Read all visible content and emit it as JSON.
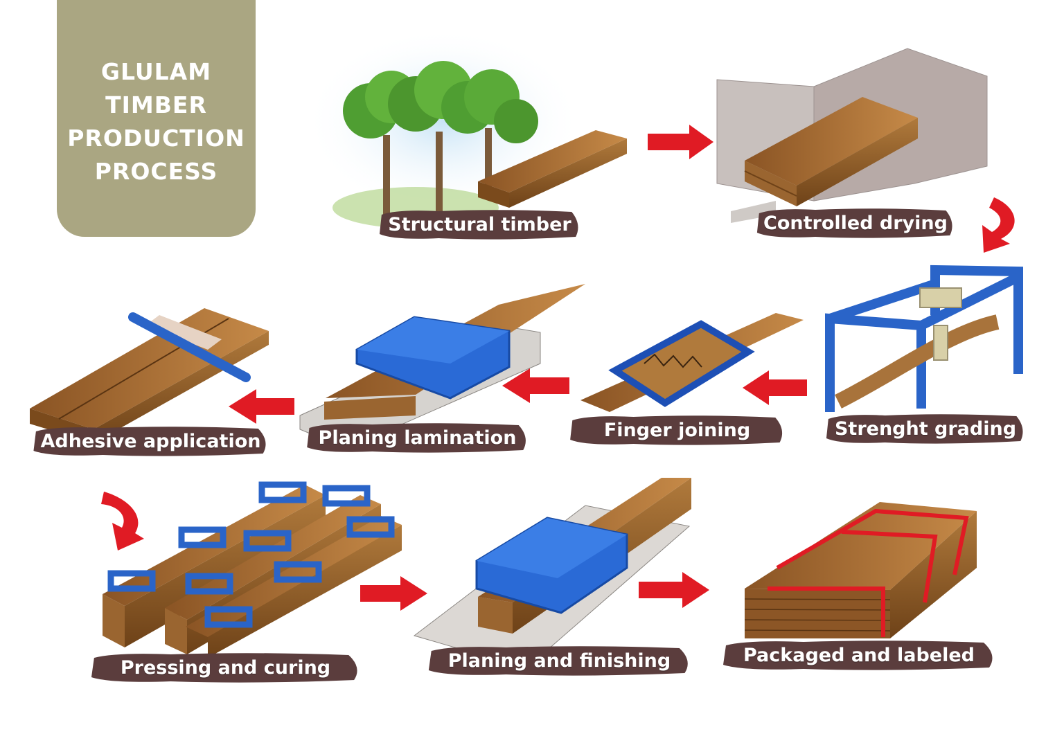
{
  "title": {
    "lines": [
      "GLULAM",
      "TIMBER",
      "PRODUCTION",
      "PROCESS"
    ]
  },
  "steps": [
    {
      "label": "Structural timber"
    },
    {
      "label": "Controlled drying"
    },
    {
      "label": "Strenght grading"
    },
    {
      "label": "Finger joining"
    },
    {
      "label": "Planing lamination"
    },
    {
      "label": "Adhesive application"
    },
    {
      "label": "Pressing and curing"
    },
    {
      "label": "Planing and finishing"
    },
    {
      "label": "Packaged and labeled"
    }
  ],
  "colors": {
    "title_card": "#aaa682",
    "label_bg": "#5b3d3d",
    "arrow": "#e01b24",
    "wood": "#b07a3c",
    "machine_blue": "#2266cc",
    "strap": "#e01b24"
  }
}
